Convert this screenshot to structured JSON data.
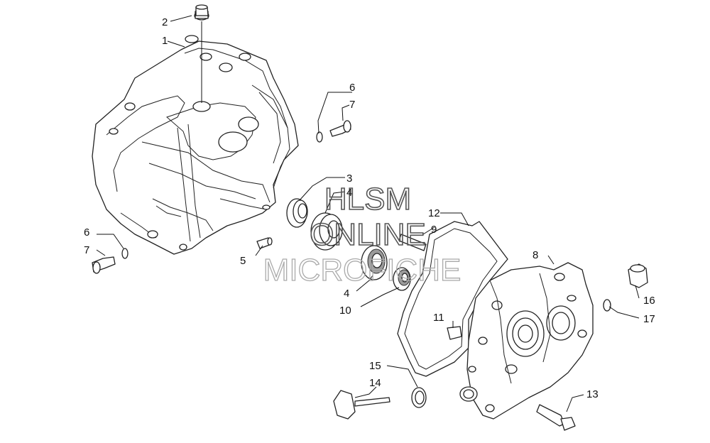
{
  "watermark": {
    "line1": "HLSM",
    "line2": "ONLINE",
    "line3": "MICROFICHE"
  },
  "callouts": {
    "c1": "1",
    "c2": "2",
    "c3": "3",
    "c4a": "4",
    "c4b": "4",
    "c5": "5",
    "c6a": "6",
    "c6b": "6",
    "c7a": "7",
    "c7b": "7",
    "c8": "8",
    "c9": "9",
    "c10": "10",
    "c11": "11",
    "c12": "12",
    "c13": "13",
    "c14": "14",
    "c15": "15",
    "c16": "16",
    "c17": "17"
  }
}
